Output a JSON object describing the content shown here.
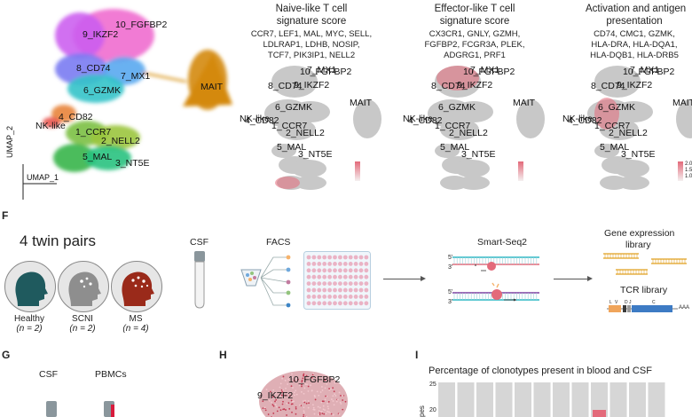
{
  "panelE": {
    "umap_x": "UMAP_1",
    "umap_y": "UMAP_2",
    "clusters": [
      "10_FGFBP2",
      "9_IKZF2",
      "8_CD74",
      "7_MX1",
      "6_GZMK",
      "4_CD82",
      "1_CCR7",
      "2_NELL2",
      "5_MAL",
      "3_NT5E",
      "NK-like",
      "MAIT"
    ],
    "scores": [
      {
        "title": [
          "Naive-like T cell",
          "signature score"
        ],
        "genes": [
          "CCR7, LEF1, MAL, MYC, SELL,",
          "LDLRAP1, LDHB, NOSIP,",
          "TCF7, PIK3IP1, NELL2"
        ]
      },
      {
        "title": [
          "Effector-like T cell",
          "signature score"
        ],
        "genes": [
          "CX3CR1, GNLY, GZMH,",
          "FGFBP2, FCGR3A, PLEK,",
          "ADGRG1, PRF1"
        ]
      },
      {
        "title": [
          "Activation and antigen",
          "presentation"
        ],
        "genes": [
          "CD74, CMC1, GZMK,",
          "HLA-DRA, HLA-DQA1,",
          "HLA-DQB1, HLA-DRB5"
        ]
      }
    ],
    "legend_ticks": [
      "2.0",
      "1.5",
      "1.0"
    ],
    "colors": {
      "c10": "#f06dcf",
      "c9": "#cc5ff0",
      "c8": "#7a7bf2",
      "c7": "#5aa8ef",
      "c6": "#33c3c9",
      "c4": "#e8843a",
      "c1": "#7cc044",
      "c2": "#9bc53d",
      "c5": "#39b54a",
      "c3": "#27c27f",
      "nk": "#e85550",
      "mait": "#d4890f",
      "grey": "#c8c8c8",
      "score": "#e36a7a"
    }
  },
  "panelF": {
    "letter": "F",
    "title": "4 twin pairs",
    "donors": [
      {
        "label": "Healthy",
        "n": "(n = 2)",
        "color": "#1f5a5e"
      },
      {
        "label": "SCNI",
        "n": "(n = 2)",
        "color": "#8e8e8e"
      },
      {
        "label": "MS",
        "n": "(n = 4)",
        "color": "#9a2a1a"
      }
    ],
    "csf": "CSF",
    "facs": "FACS",
    "smartseq": "Smart-Seq2",
    "gex": [
      "Gene expression",
      "library"
    ],
    "tcr": "TCR library",
    "tcr_segments": [
      "L",
      "V",
      "D",
      "J",
      "C"
    ],
    "tcr_tail": "AAA",
    "prime5": "5'",
    "prime3": "3'"
  },
  "panelG": {
    "letter": "G",
    "csf": "CSF",
    "pbmc": "PBMCs"
  },
  "panelH": {
    "letter": "H",
    "labels": [
      "10_FGFBP2",
      "9_IKZF2"
    ]
  },
  "panelI": {
    "letter": "I",
    "title": "Percentage of clonotypes present in blood and CSF",
    "tick_25": "25",
    "tick_20": "20",
    "ylabel_part": "pes"
  }
}
